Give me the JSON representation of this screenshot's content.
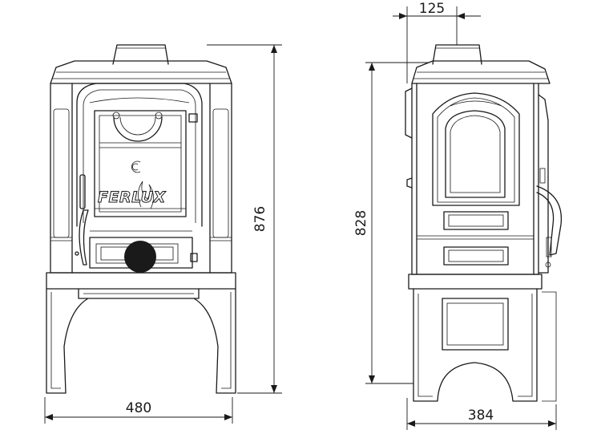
{
  "brand": {
    "logo_text": "FERLUX"
  },
  "dimensions": {
    "front_width": "480",
    "front_height": "876",
    "side_depth": "384",
    "side_height": "828",
    "flue_offset": "125"
  },
  "colors": {
    "line": "#1a1a1a",
    "background": "#ffffff"
  }
}
